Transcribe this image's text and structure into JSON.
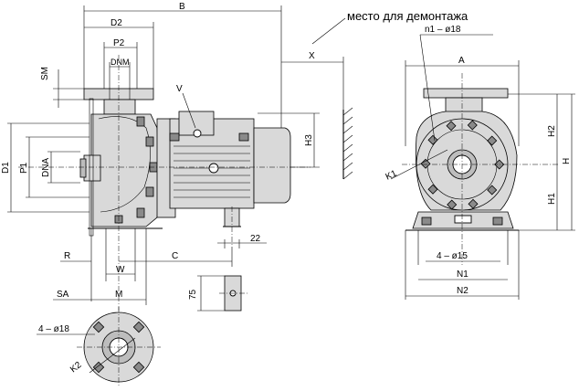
{
  "drawing": {
    "dimension_labels": {
      "B": "B",
      "D2": "D2",
      "P2": "P2",
      "DNM": "DNM",
      "SM": "SM",
      "V": "V",
      "X": "X",
      "H3": "H3",
      "D1": "D1",
      "P1": "P1",
      "DNA": "DNA",
      "R": "R",
      "C": "C",
      "W": "W",
      "SA": "SA",
      "M": "M",
      "dim22": "22",
      "dim75": "75",
      "A": "A",
      "H2": "H2",
      "H": "H",
      "H1": "H1",
      "K1": "K1",
      "N1": "N1",
      "N2": "N2",
      "K2": "K2"
    },
    "annotations": {
      "dismantling_space": "место для демонтажа",
      "flange_holes_top": "n1 – ø18",
      "foot_holes": "4 – ø15",
      "flange_holes_bottom": "4 – ø18"
    }
  }
}
